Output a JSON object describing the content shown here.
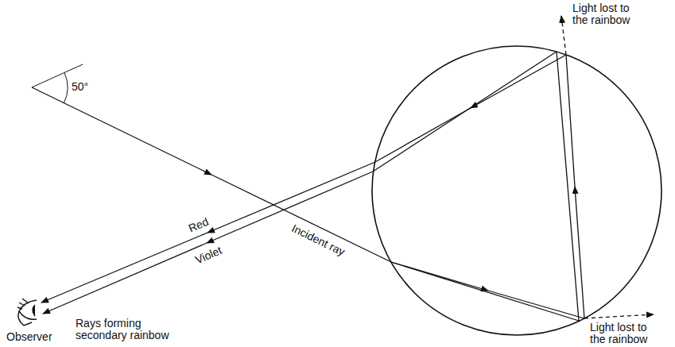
{
  "diagram": {
    "labels": [
      "Light lost to the rainbow",
      "Red",
      "Violet",
      "50°",
      "Incident ray",
      "Rays forming secondary rainbow",
      "Observer",
      "Light lost to the rainbow"
    ]
  }
}
